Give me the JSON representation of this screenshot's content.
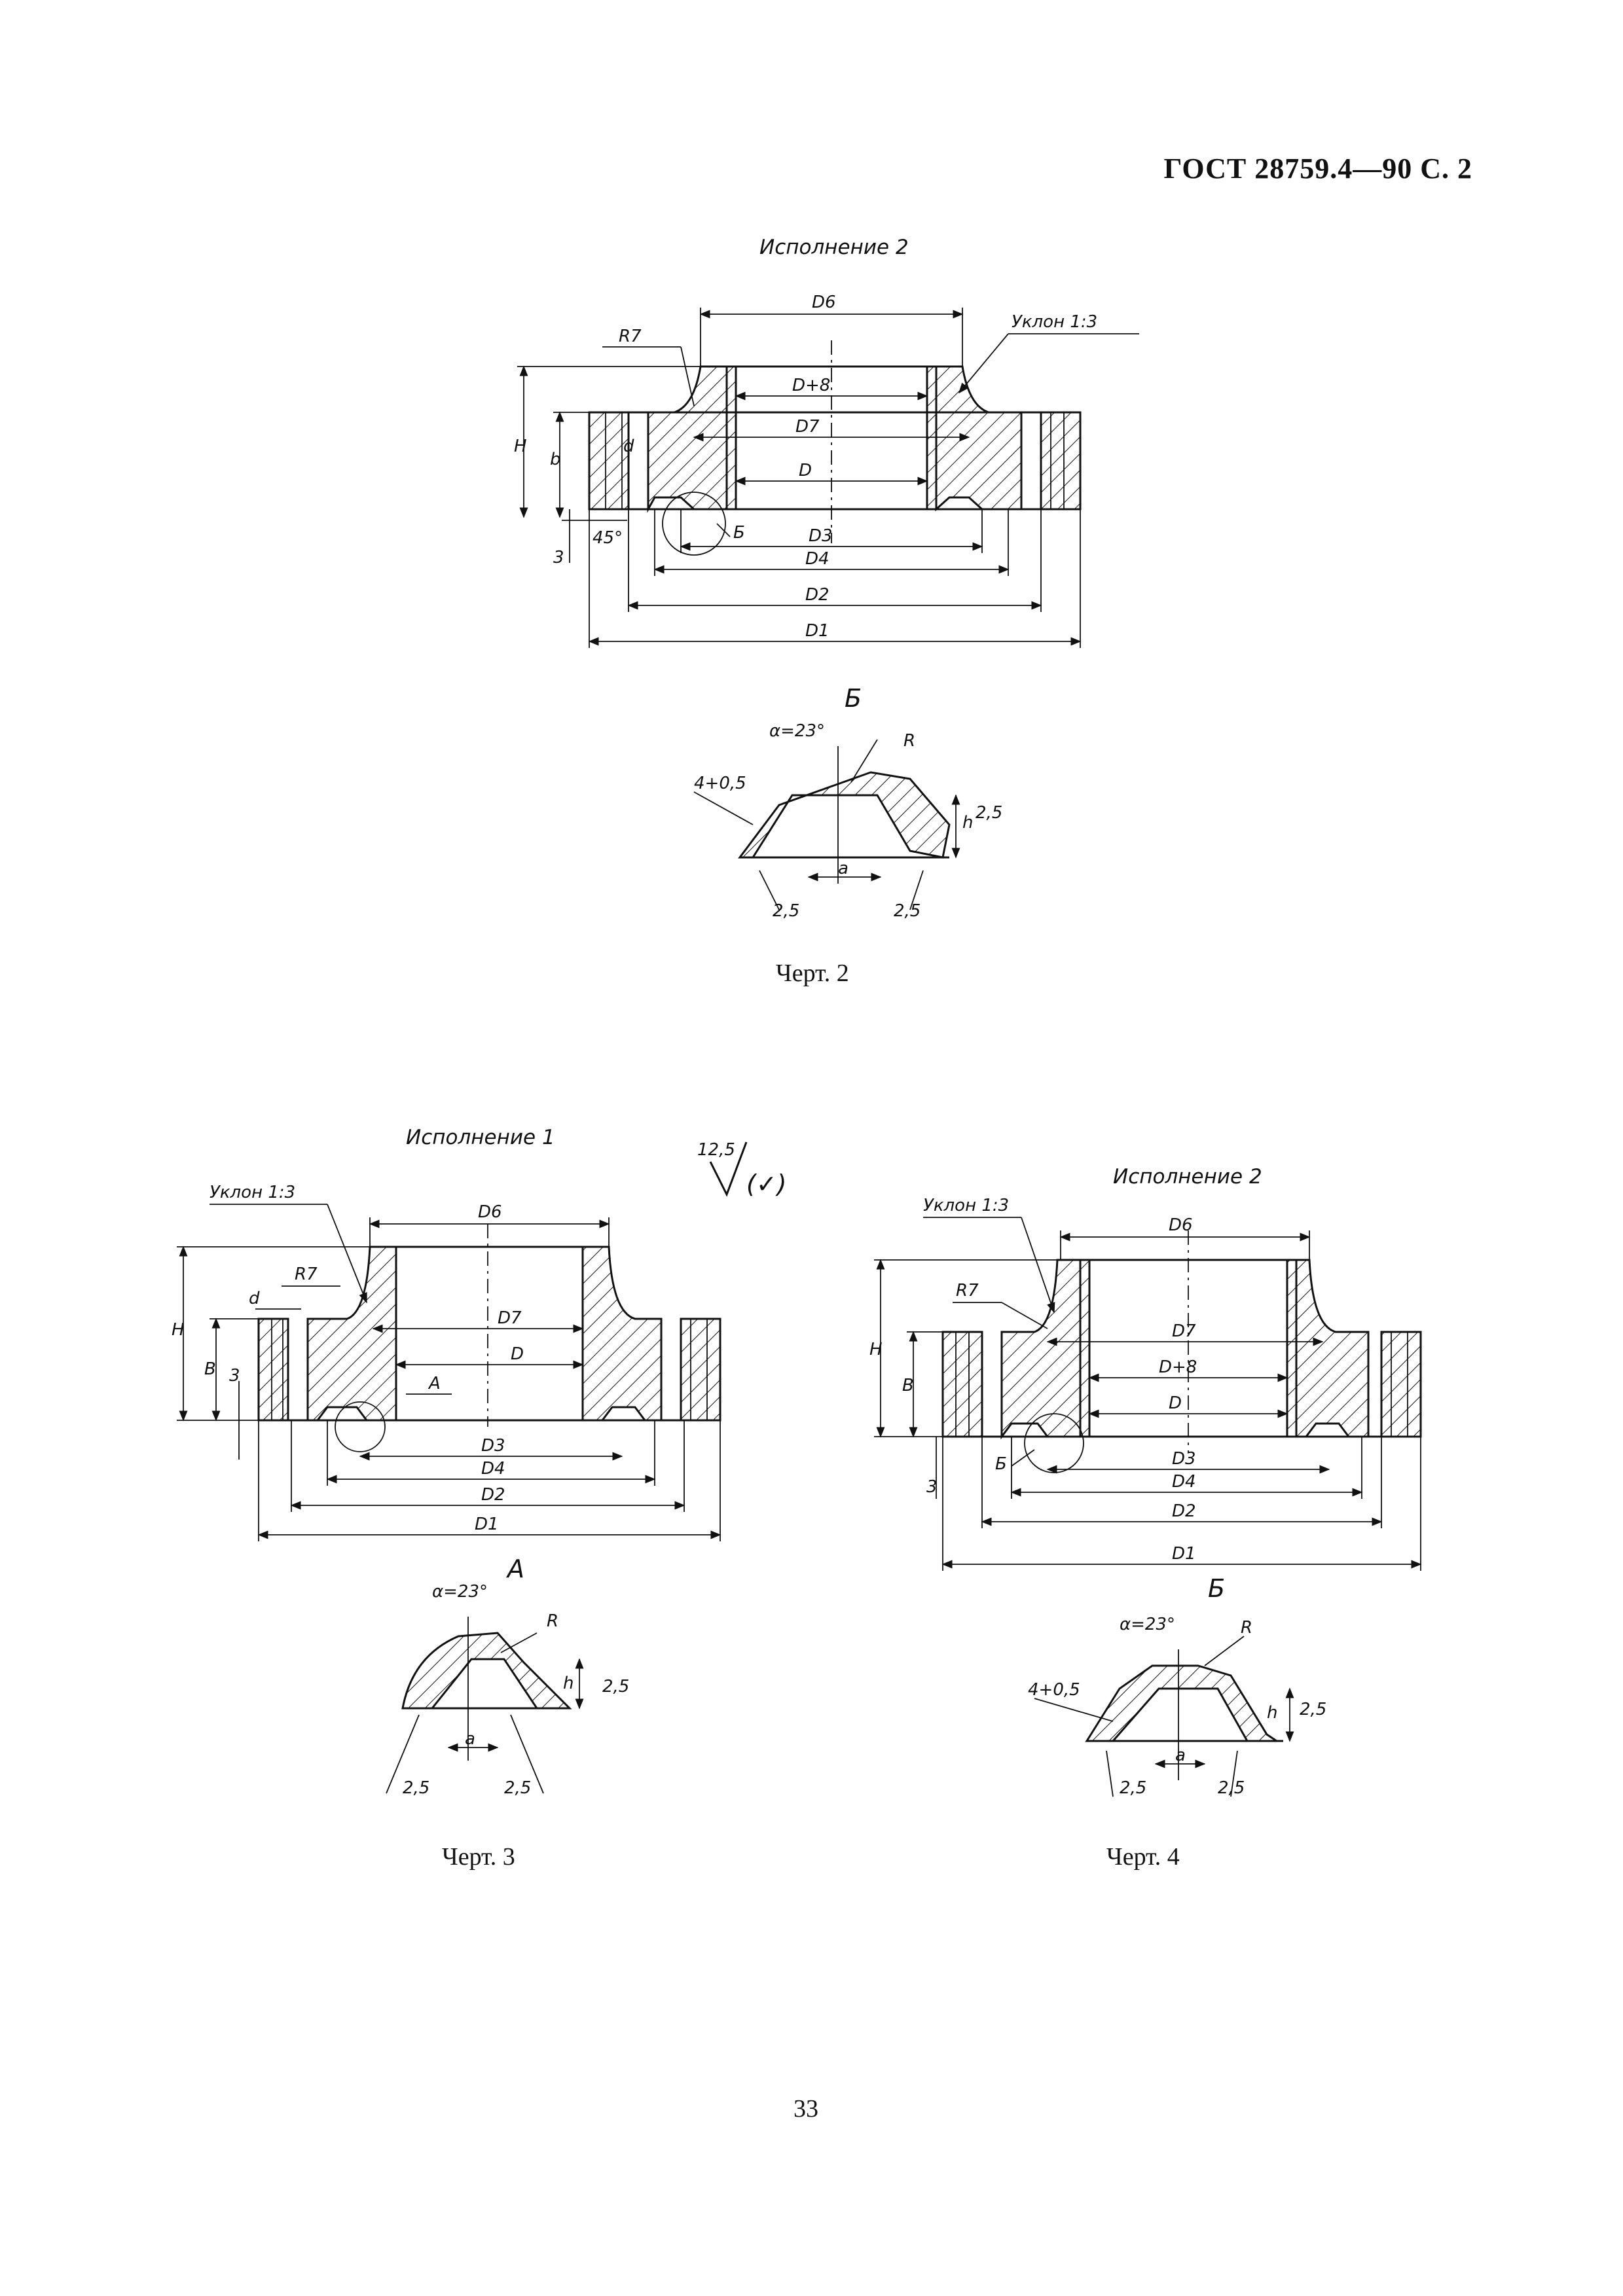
{
  "header": {
    "title": "ГОСТ 28759.4—90 С. 2"
  },
  "figures": {
    "chert2": {
      "variant_label": "Исполнение 2",
      "caption": "Черт. 2",
      "labels": {
        "slope": "Уклон 1:3",
        "radius": "R7",
        "d6": "D6",
        "d8": "D+8",
        "d7": "D7",
        "d": "D",
        "d3": "D3",
        "d4": "D4",
        "d2": "D2",
        "d1": "D1",
        "h": "H",
        "b": "b",
        "hole": "d",
        "chamfer": "45°",
        "three": "3",
        "view_mark": "Б"
      }
    },
    "detail_b_top": {
      "title": "Б",
      "angle": "α=23°",
      "r": "R",
      "tol": "4+0,5",
      "h": "h",
      "a": "a",
      "rough1": "2,5",
      "rough2": "2,5",
      "rough3": "2,5"
    },
    "roughness_note": {
      "value": "12,5",
      "symbol": "(✓)"
    },
    "chert3": {
      "variant_label": "Исполнение 1",
      "caption": "Черт. 3",
      "labels": {
        "slope": "Уклон 1:3",
        "radius": "R7",
        "hole": "d",
        "d6": "D6",
        "d7": "D7",
        "d": "D",
        "d3": "D3",
        "d4": "D4",
        "d2": "D2",
        "d1": "D1",
        "h": "H",
        "b": "B",
        "three": "3",
        "view_mark": "A"
      }
    },
    "detail_a": {
      "title": "A",
      "angle": "α=23°",
      "r": "R",
      "h": "h",
      "a": "a",
      "rough1": "2,5",
      "rough2": "2,5",
      "rough3": "2,5"
    },
    "chert4": {
      "variant_label": "Исполнение 2",
      "caption": "Черт. 4",
      "labels": {
        "slope": "Уклон 1:3",
        "radius": "R7",
        "d6": "D6",
        "d7": "D7",
        "d8": "D+8",
        "d": "D",
        "d3": "D3",
        "d4": "D4",
        "d2": "D2",
        "d1": "D1",
        "h": "H",
        "b": "B",
        "three": "3",
        "view_mark": "Б"
      }
    },
    "detail_b_bottom": {
      "title": "Б",
      "angle": "α=23°",
      "r": "R",
      "tol": "4+0,5",
      "h": "h",
      "a": "a",
      "rough1": "2,5",
      "rough2": "2,5",
      "rough3": "2,5"
    }
  },
  "page_number": "33"
}
